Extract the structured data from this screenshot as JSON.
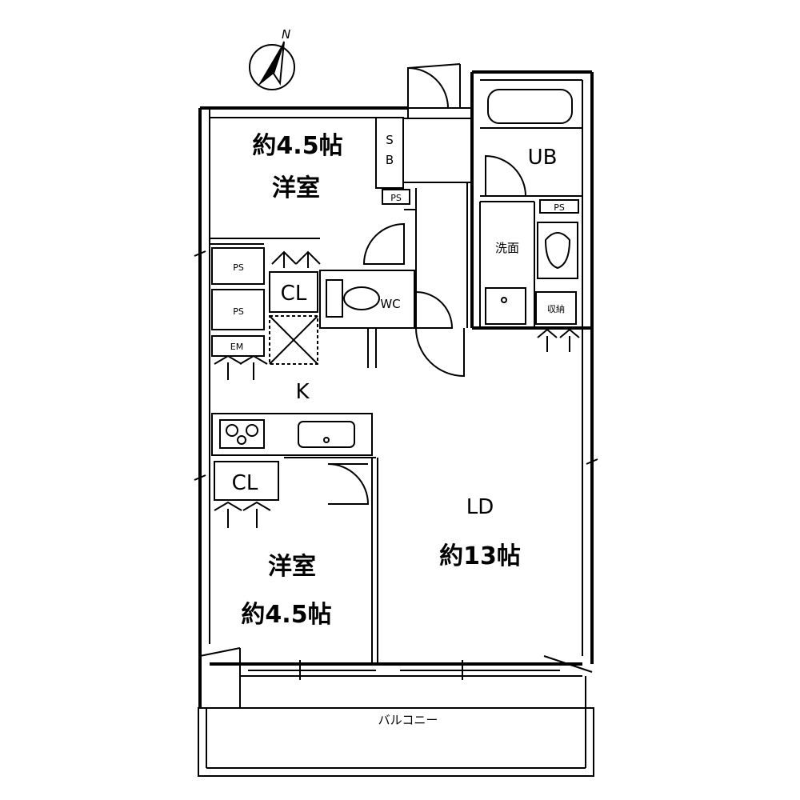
{
  "compass": {
    "north": "N"
  },
  "rooms": {
    "bedroom_top": {
      "size": "約4.5帖",
      "name": "洋室"
    },
    "bedroom_bottom": {
      "name": "洋室",
      "size": "約4.5帖"
    },
    "ld": {
      "name": "LD",
      "size": "約13帖"
    },
    "kitchen": {
      "name": "K"
    },
    "bath": {
      "name": "UB"
    },
    "washroom": {
      "name": "洗面"
    },
    "toilet": {
      "name": "WC"
    },
    "balcony": {
      "name": "バルコニー"
    }
  },
  "storage": {
    "shoe_box": "S\nB",
    "shoe_box_s": "S",
    "shoe_box_b": "B",
    "ps_hall": "PS",
    "ps_bath": "PS",
    "ps_left_1": "PS",
    "ps_left_2": "PS",
    "em": "EM",
    "cl_top": "CL",
    "cl_bottom": "CL",
    "storage_wash": "収納"
  }
}
